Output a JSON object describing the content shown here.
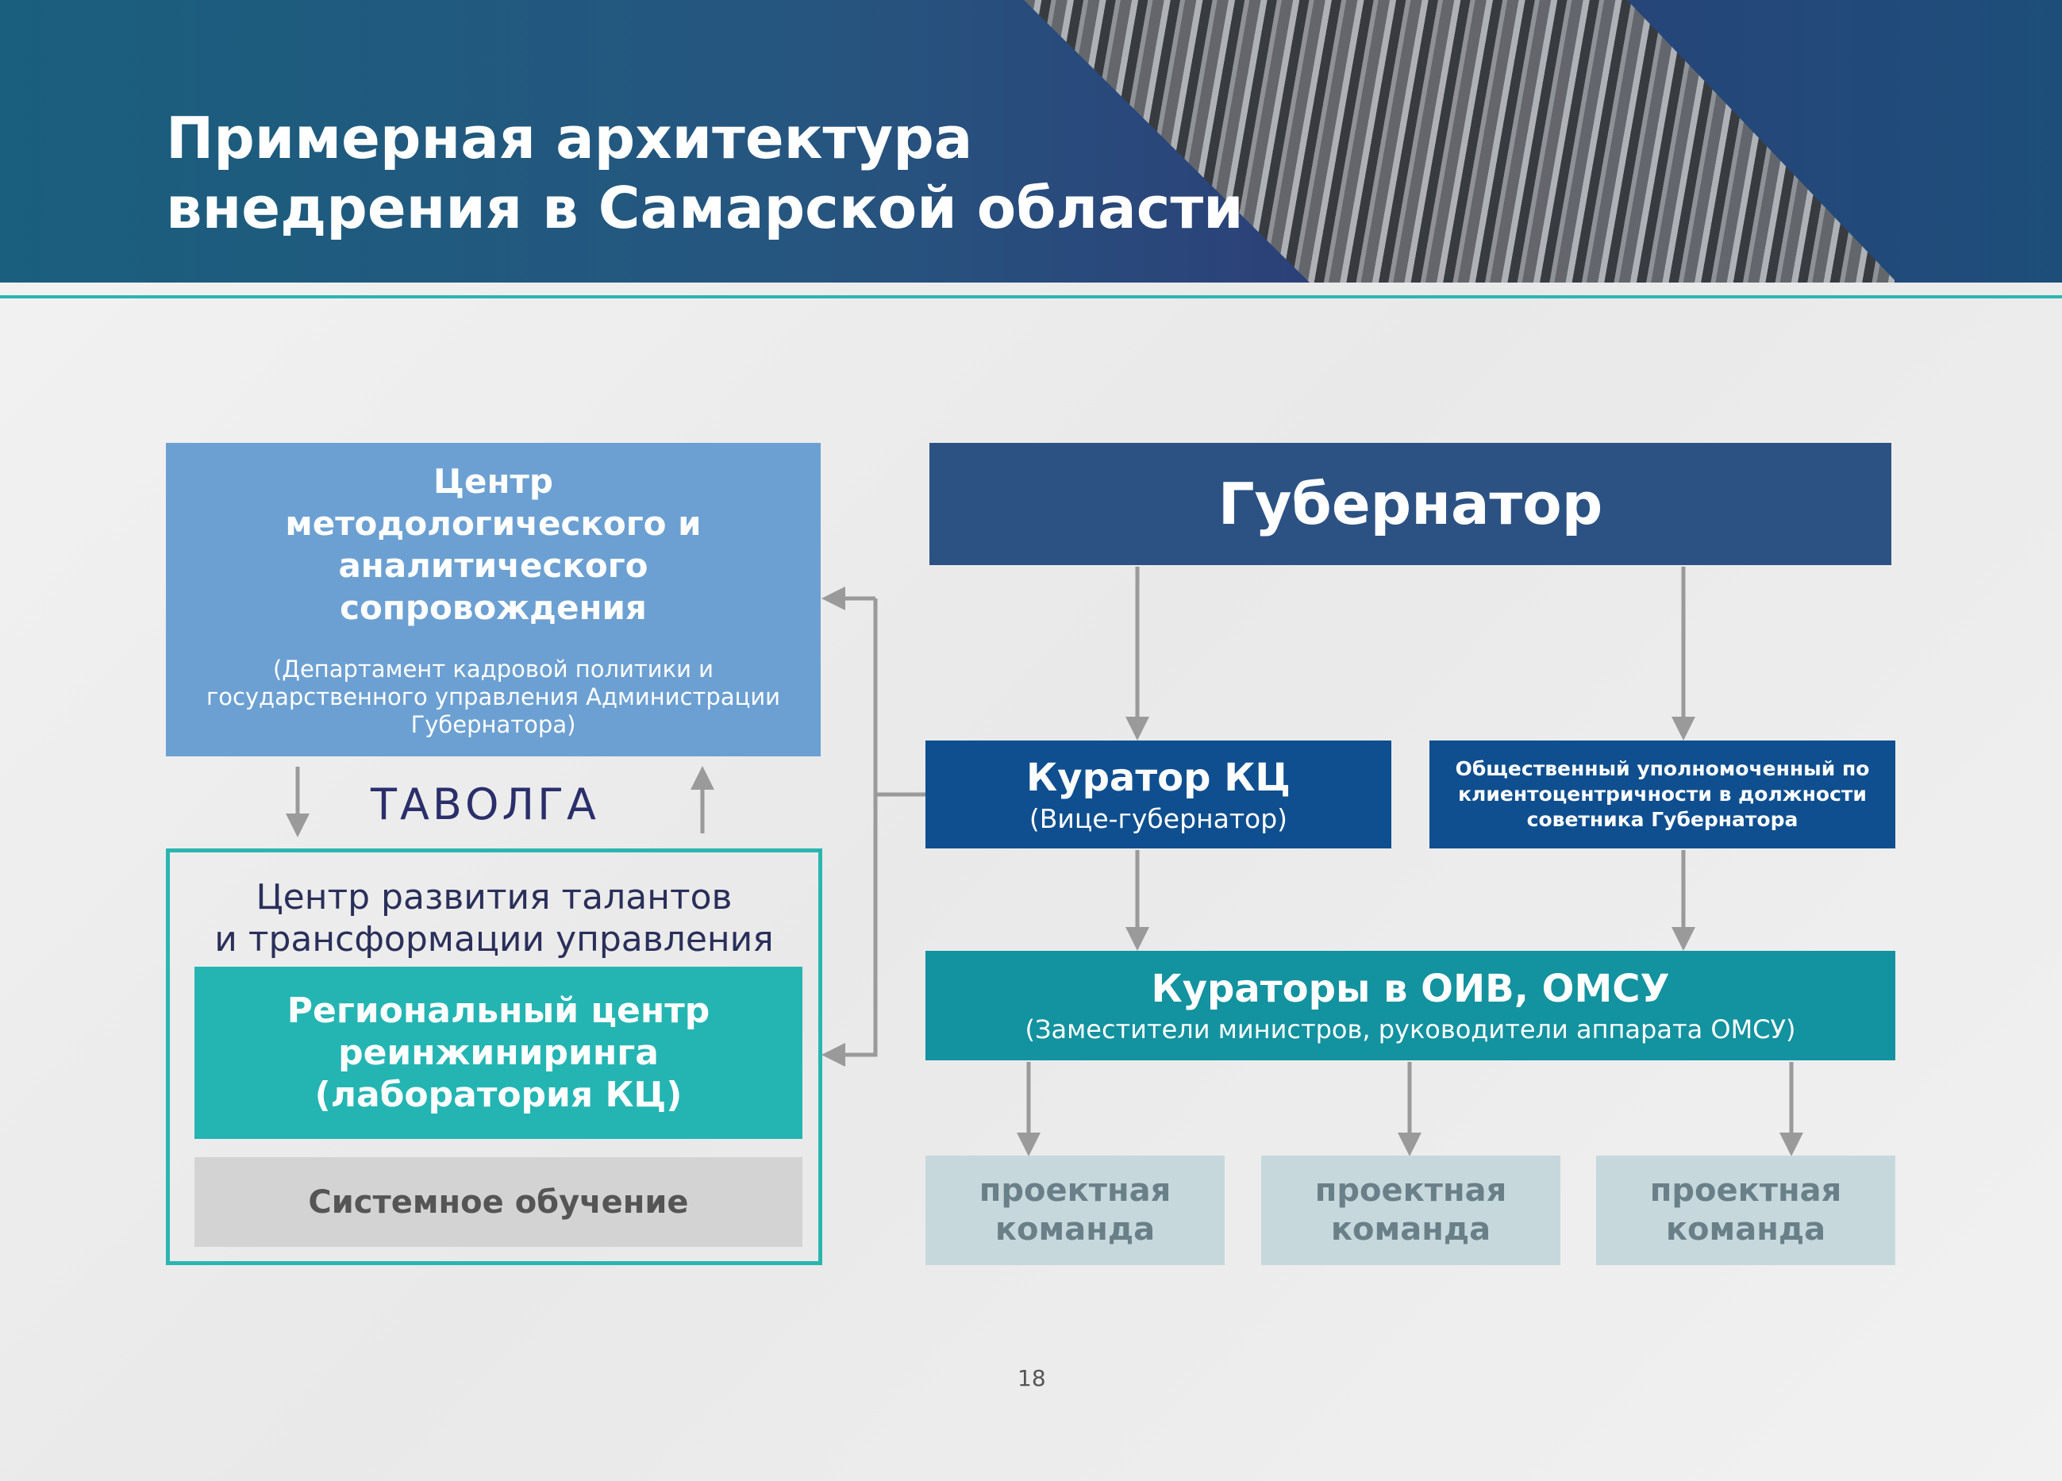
{
  "header": {
    "title_line1": "Примерная архитектура",
    "title_line2": "внедрения в Самарской области"
  },
  "left": {
    "center_title": "Центр методологического и аналитического сопровождения",
    "center_sub": "(Департамент кадровой политики и государственного управления Администрации Губернатора)",
    "logo_text": "ТАВОЛГА",
    "talent_line1": "Центр развития талантов",
    "talent_line2": "и трансформации управления",
    "regional": "Региональный центр реинжиниринга (лаборатория КЦ)",
    "training": "Системное обучение"
  },
  "right": {
    "governor": "Губернатор",
    "curator_title": "Куратор КЦ",
    "curator_sub": "(Вице-губернатор)",
    "public": "Общественный уполномоченный по клиентоцентричности в должности советника Губернатора",
    "curators_title": "Кураторы в ОИВ, ОМСУ",
    "curators_sub": "(Заместители министров, руководители аппарата ОМСУ)",
    "teams": [
      "проектная команда",
      "проектная команда",
      "проектная команда"
    ]
  },
  "page_number": "18",
  "colors": {
    "header": "#26557f",
    "accent": "#2bb5b0",
    "governor": "#2c5284",
    "curator": "#0f4f8f",
    "curators": "#13929f",
    "method": "#6ca0d2"
  }
}
